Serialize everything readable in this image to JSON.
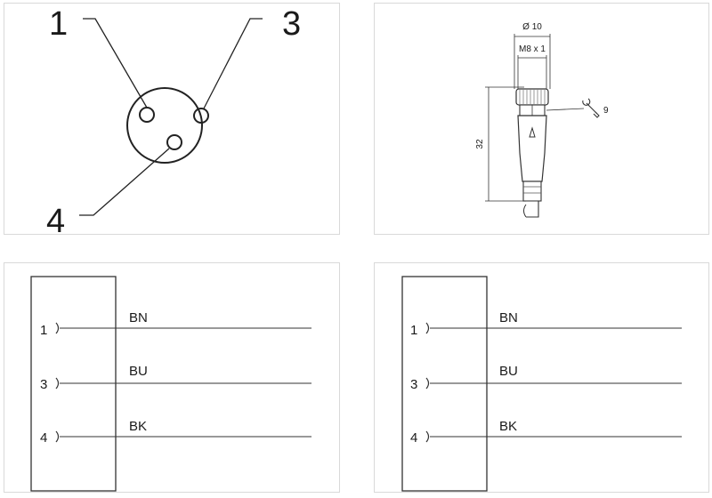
{
  "pinout": {
    "pin_labels": [
      "1",
      "3",
      "4"
    ]
  },
  "dimensions": {
    "diameter": "Ø 10",
    "thread": "M8 x 1",
    "length": "32",
    "wrench_size": "9"
  },
  "wiring": [
    {
      "rows": [
        {
          "pin": "1",
          "wire": "BN"
        },
        {
          "pin": "3",
          "wire": "BU"
        },
        {
          "pin": "4",
          "wire": "BK"
        }
      ]
    },
    {
      "rows": [
        {
          "pin": "1",
          "wire": "BN"
        },
        {
          "pin": "3",
          "wire": "BU"
        },
        {
          "pin": "4",
          "wire": "BK"
        }
      ]
    }
  ]
}
